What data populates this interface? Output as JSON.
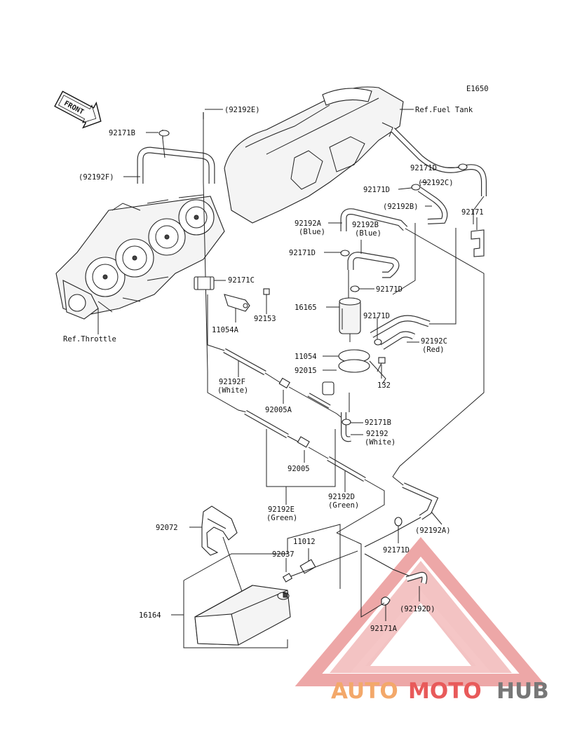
{
  "diagram_code": "E1650",
  "front_marker": "FRONT",
  "labels": {
    "l92192E_top": "(92192E)",
    "l92171B_top": "92171B",
    "l92192F_top": "(92192F)",
    "l92171C": "92171C",
    "l92153": "92153",
    "l11054A": "11054A",
    "ref_throttle": "Ref.Throttle",
    "ref_fuel_tank": "Ref.Fuel Tank",
    "l92171D_a": "92171D",
    "l92171D_b": "92171D",
    "l92192C_top": "(92192C)",
    "l92192B_top": "(92192B)",
    "l92171": "92171",
    "l92192A": "92192A",
    "l92192A_color": "(Blue)",
    "l92192B": "92192B",
    "l92192B_color": "(Blue)",
    "l92171D_c": "92171D",
    "l92171D_d": "92171D",
    "l16165": "16165",
    "l92171D_e": "92171D",
    "l92192C": "92192C",
    "l92192C_color": "(Red)",
    "l11054": "11054",
    "l92015": "92015",
    "l132": "132",
    "l92192F": "92192F",
    "l92192F_color": "(White)",
    "l92005A": "92005A",
    "l92171B": "92171B",
    "l92192": "92192",
    "l92192_color": "(White)",
    "l92005": "92005",
    "l92192D": "92192D",
    "l92192D_color": "(Green)",
    "l92192E": "92192E",
    "l92192E_color": "(Green)",
    "l92072": "92072",
    "l11012": "11012",
    "l92037": "92037",
    "l92192A_bottom": "(92192A)",
    "l92171D_f": "92171D",
    "l92192D_bottom": "(92192D)",
    "l16164": "16164",
    "l92171A": "92171A"
  },
  "watermark": {
    "part1": "AUTO",
    "part2": "MOTO",
    "part3": "HUB"
  },
  "colors": {
    "line": "#222222",
    "watermark_orange": "#f3a86a",
    "watermark_red": "#e85a5a",
    "watermark_gray": "#777777"
  }
}
